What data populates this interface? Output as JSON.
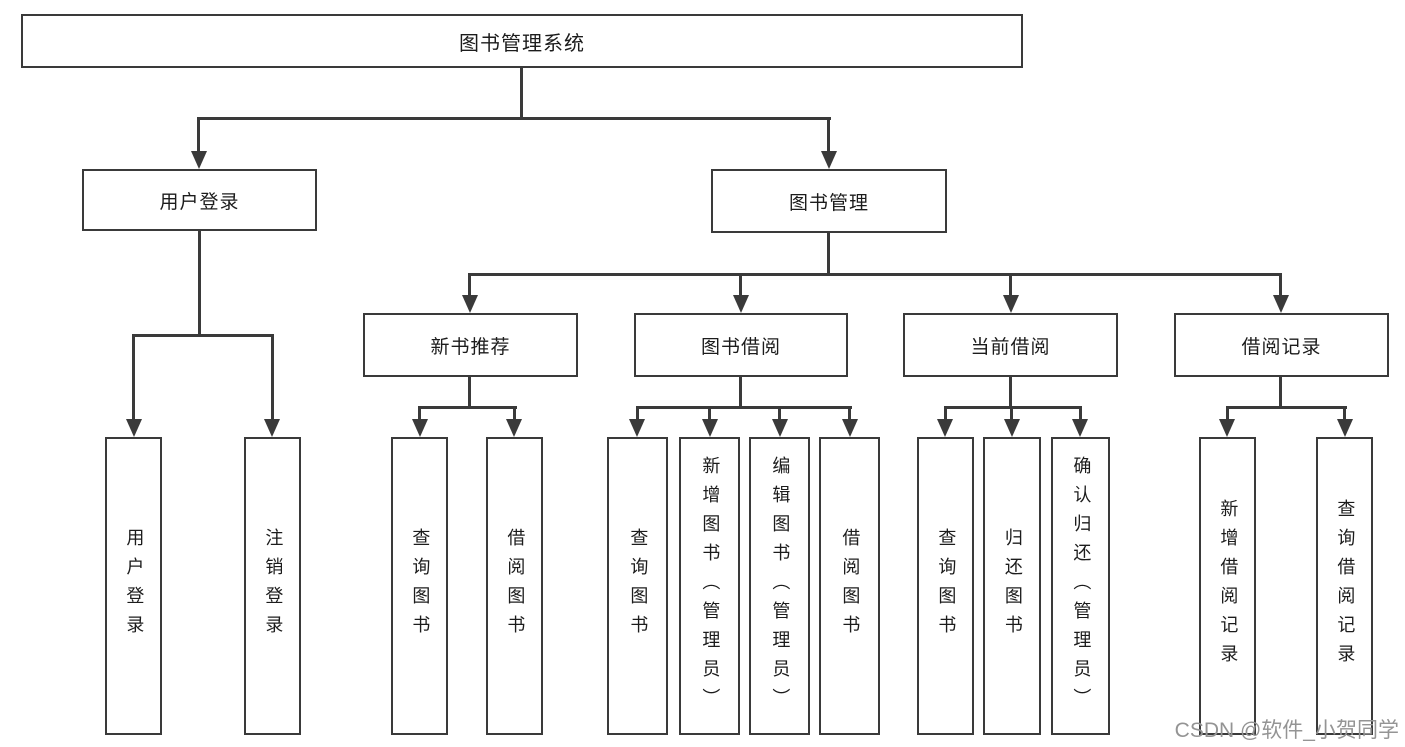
{
  "colors": {
    "line": "#3a3a3a",
    "text": "#1c1c1c",
    "watermark": "#949494",
    "bg": "#ffffff"
  },
  "tree": {
    "root": {
      "label": "图书管理系统"
    },
    "branches": [
      {
        "label": "用户登录",
        "children": [
          "用户登录",
          "注销登录"
        ]
      },
      {
        "label": "图书管理",
        "sections": [
          {
            "label": "新书推荐",
            "children": [
              "查询图书",
              "借阅图书"
            ]
          },
          {
            "label": "图书借阅",
            "children": [
              "查询图书",
              "新增图书（管理员）",
              "编辑图书（管理员）",
              "借阅图书"
            ]
          },
          {
            "label": "当前借阅",
            "children": [
              "查询图书",
              "归还图书",
              "确认归还（管理员）"
            ]
          },
          {
            "label": "借阅记录",
            "children": [
              "新增借阅记录",
              "查询借阅记录"
            ]
          }
        ]
      }
    ]
  },
  "watermark": {
    "text": "CSDN @软件_小贺同学"
  }
}
